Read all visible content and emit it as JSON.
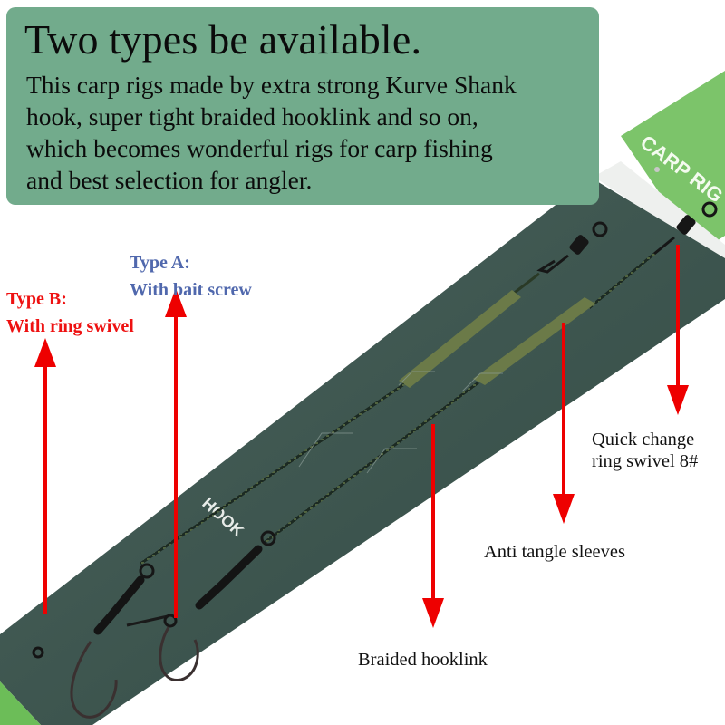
{
  "info_box": {
    "title": "Two types be available.",
    "body_lines": [
      "This carp rigs made by extra strong Kurve Shank",
      "hook, super tight braided hooklink and so on,",
      "which becomes wonderful rigs for carp fishing",
      "and best selection for angler."
    ],
    "background_color": "#72ab8c"
  },
  "product": {
    "card_header_label": "CARP RIG",
    "card_print_label": "HOOK",
    "card_color": "#3f5a52",
    "header_color": "#7cc46a"
  },
  "type_labels": {
    "type_a": {
      "line1": "Type A:",
      "line2": "With bait screw",
      "color": "#5068ad"
    },
    "type_b": {
      "line1": "Type B:",
      "line2": "With ring swivel",
      "color": "#ee1111"
    }
  },
  "callouts": {
    "swivel": {
      "line1": "Quick change",
      "line2": "ring swivel 8#"
    },
    "sleeves": {
      "label": "Anti tangle sleeves"
    },
    "hooklink": {
      "label": "Braided hooklink"
    }
  },
  "arrow_color": "#ee0000"
}
